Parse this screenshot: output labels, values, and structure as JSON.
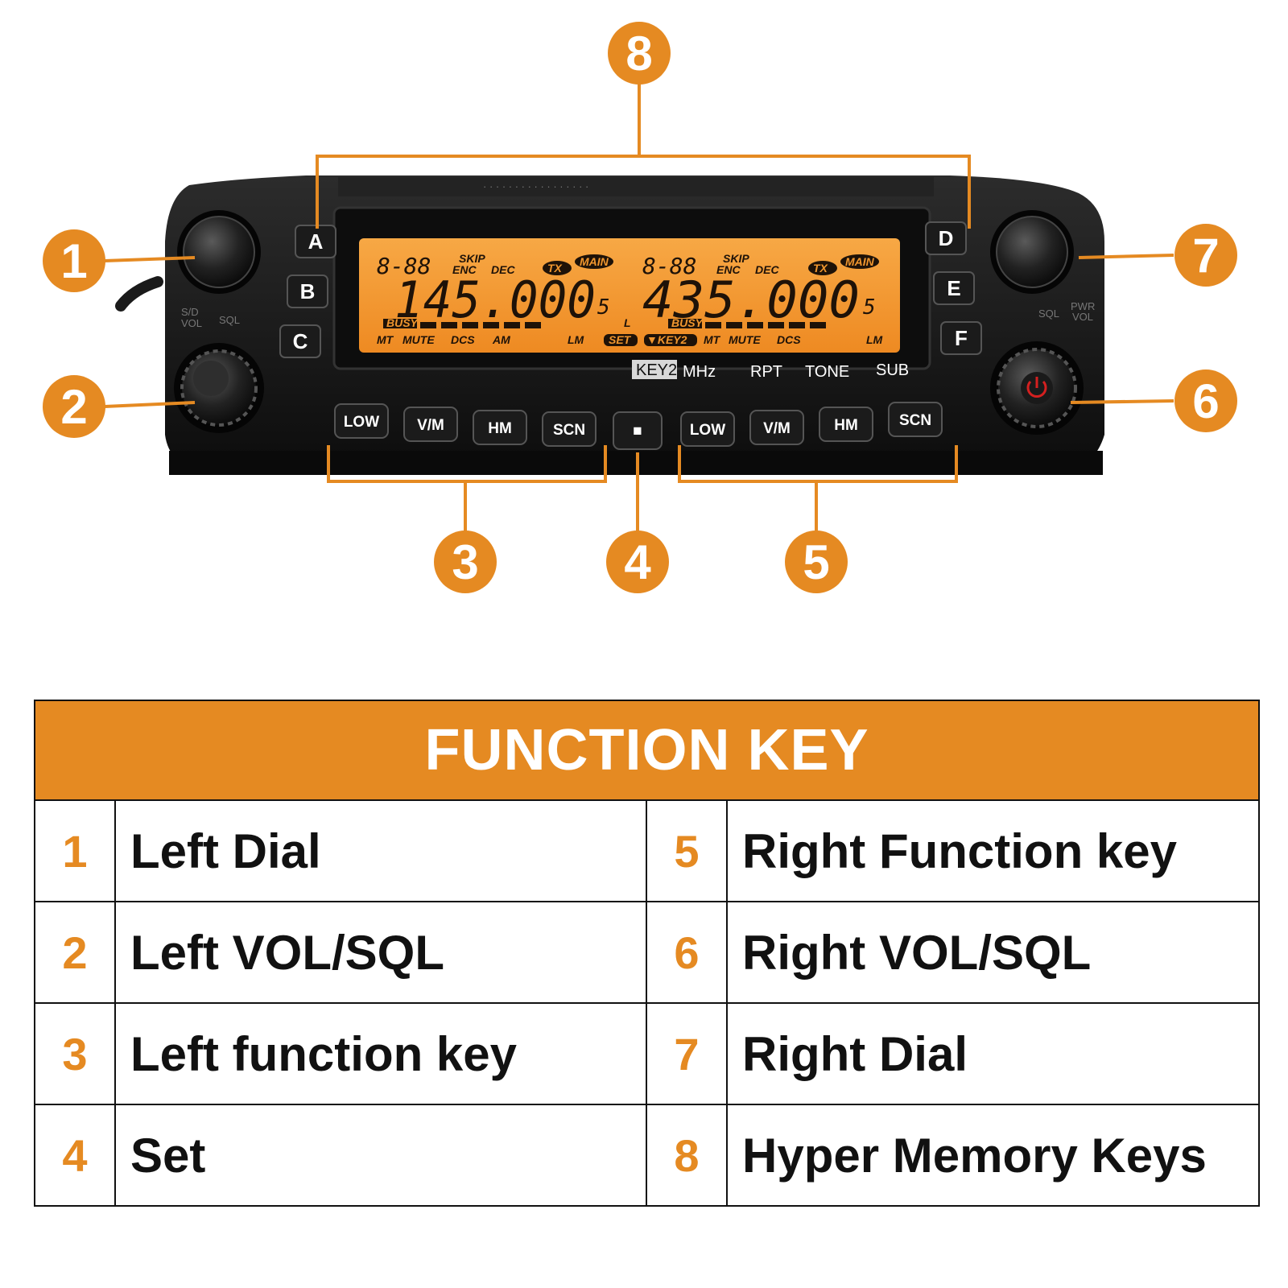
{
  "colors": {
    "accent": "#e58a22",
    "lcd": "#f0962e",
    "radio_body": "#161616",
    "text": "#111111"
  },
  "callouts": [
    "1",
    "2",
    "3",
    "4",
    "5",
    "6",
    "7",
    "8"
  ],
  "radio": {
    "hyper_memory_keys": [
      "A",
      "B",
      "C",
      "D",
      "E",
      "F"
    ],
    "left_function_keys": [
      "LOW",
      "V/M",
      "HM",
      "SCN"
    ],
    "set_key_symbol": "■",
    "right_function_keys": [
      "LOW",
      "V/M",
      "HM",
      "SCN"
    ],
    "panel_labels": {
      "key2": "KEY2",
      "mhz": "MHz",
      "rpt": "RPT",
      "tone": "TONE",
      "sub": "SUB"
    },
    "left_knob_labels": {
      "sd": "S/D",
      "vol": "VOL",
      "sql": "SQL"
    },
    "right_knob_labels": {
      "sql": "SQL",
      "pwr": "PWR",
      "vol": "VOL"
    },
    "lcd": {
      "left": {
        "channel": "8-88",
        "frequency": "145.000",
        "suffix": "5",
        "top_icons": {
          "skip": "SKIP",
          "enc": "ENC",
          "dec": "DEC",
          "tx": "TX",
          "main": "MAIN"
        },
        "busy": "BUSY",
        "bottom_row": {
          "mt": "MT",
          "mute": "MUTE",
          "dcs": "DCS",
          "am": "AM",
          "lm": "LM"
        },
        "set": "SET",
        "lock": "L"
      },
      "right": {
        "channel": "8-88",
        "frequency": "435.000",
        "suffix": "5",
        "top_icons": {
          "skip": "SKIP",
          "enc": "ENC",
          "dec": "DEC",
          "tx": "TX",
          "main": "MAIN"
        },
        "busy": "BUSY",
        "bottom_row": {
          "mt": "MT",
          "mute": "MUTE",
          "dcs": "DCS",
          "lm": "LM"
        },
        "key2": "▼KEY2"
      }
    }
  },
  "table": {
    "title": "FUNCTION KEY",
    "rows": [
      {
        "left": {
          "num": "1",
          "name": "Left Dial"
        },
        "right": {
          "num": "5",
          "name": "Right Function key"
        }
      },
      {
        "left": {
          "num": "2",
          "name": "Left VOL/SQL"
        },
        "right": {
          "num": "6",
          "name": "Right VOL/SQL"
        }
      },
      {
        "left": {
          "num": "3",
          "name": "Left function key"
        },
        "right": {
          "num": "7",
          "name": "Right Dial"
        }
      },
      {
        "left": {
          "num": "4",
          "name": "Set"
        },
        "right": {
          "num": "8",
          "name": "Hyper Memory Keys"
        }
      }
    ]
  }
}
